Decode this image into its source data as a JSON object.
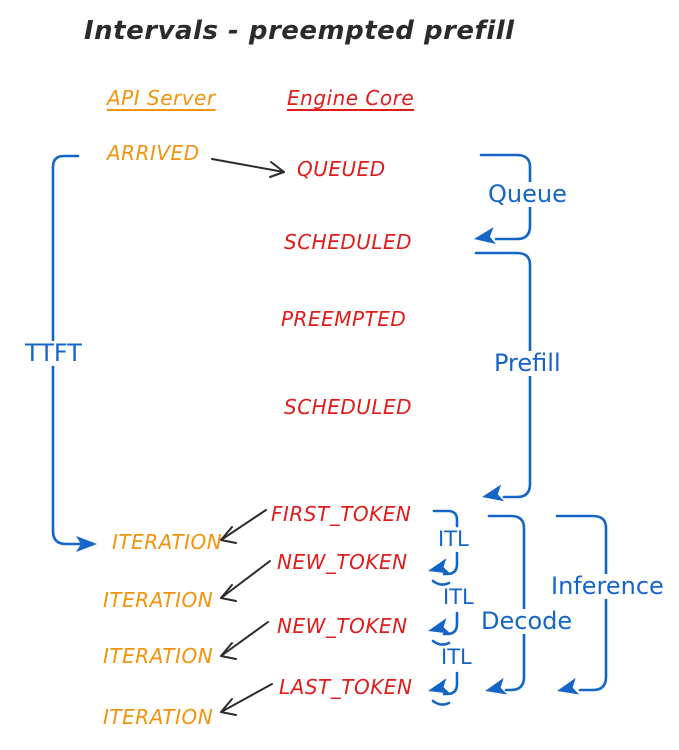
{
  "title": "Intervals - preempted prefill",
  "columns": {
    "api_server": "API Server",
    "engine_core": "Engine Core"
  },
  "events": {
    "arrived": "ARRIVED",
    "queued": "QUEUED",
    "scheduled": "SCHEDULED",
    "preempted": "PREEMPTED",
    "first_token": "FIRST_TOKEN",
    "new_token": "NEW_TOKEN",
    "last_token": "LAST_TOKEN",
    "iteration": "ITERATION"
  },
  "intervals": {
    "ttft": "TTFT",
    "queue": "Queue",
    "prefill": "Prefill",
    "itl": "ITL",
    "decode": "Decode",
    "inference": "Inference"
  },
  "colors": {
    "blue": "#1565c6",
    "orange": "#f2930d",
    "red": "#e01b1b",
    "ink": "#2b2b2b"
  }
}
